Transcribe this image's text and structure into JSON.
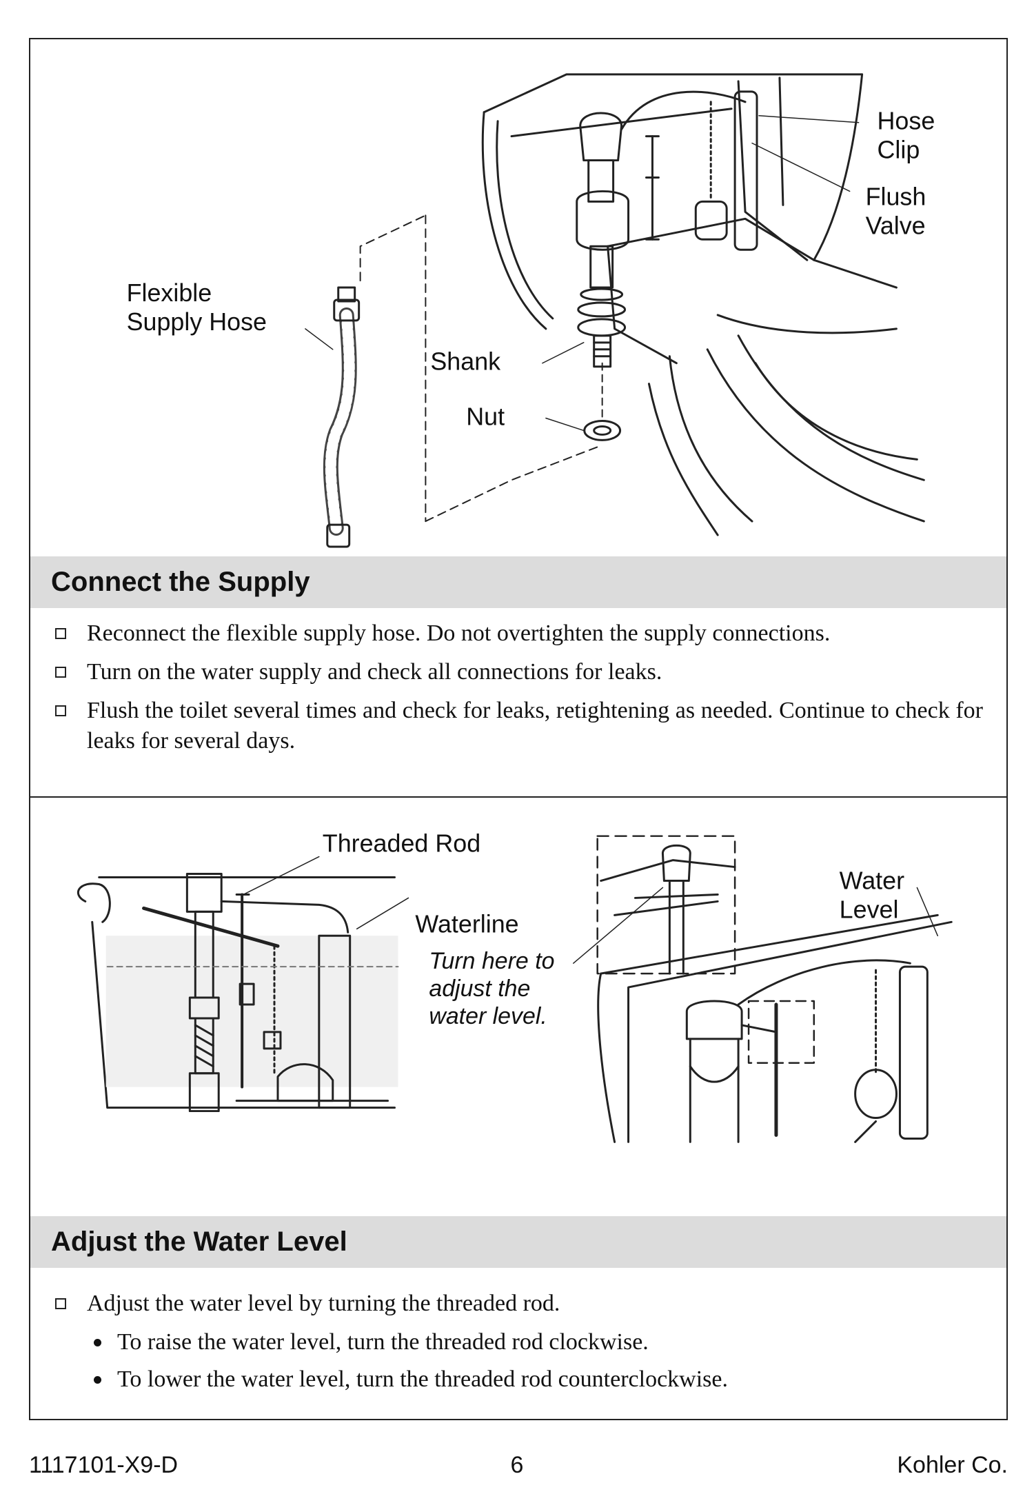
{
  "section1": {
    "labels": {
      "hose_clip": [
        "Hose",
        "Clip"
      ],
      "flush_valve": [
        "Flush",
        "Valve"
      ],
      "flexible_supply_hose": [
        "Flexible",
        "Supply Hose"
      ],
      "shank": "Shank",
      "nut": "Nut"
    },
    "title": "Connect the Supply",
    "steps": [
      "Reconnect the flexible supply hose. Do not overtighten the supply connections.",
      "Turn on the water supply and check all connections for leaks.",
      "Flush the toilet several times and check for leaks, retightening as needed. Continue to check for leaks for several days."
    ]
  },
  "section2": {
    "labels": {
      "threaded_rod": "Threaded Rod",
      "waterline": "Waterline",
      "turn_here": [
        "Turn here to",
        "adjust the",
        "water level."
      ],
      "water_level": [
        "Water",
        "Level"
      ]
    },
    "title": "Adjust the Water Level",
    "step": "Adjust the water level by turning the threaded rod.",
    "sub_steps": [
      "To raise the water level, turn the threaded rod clockwise.",
      "To lower the water level, turn the threaded rod counterclockwise."
    ]
  },
  "footer": {
    "doc_number": "1117101-X9-D",
    "page_number": "6",
    "company": "Kohler Co."
  }
}
